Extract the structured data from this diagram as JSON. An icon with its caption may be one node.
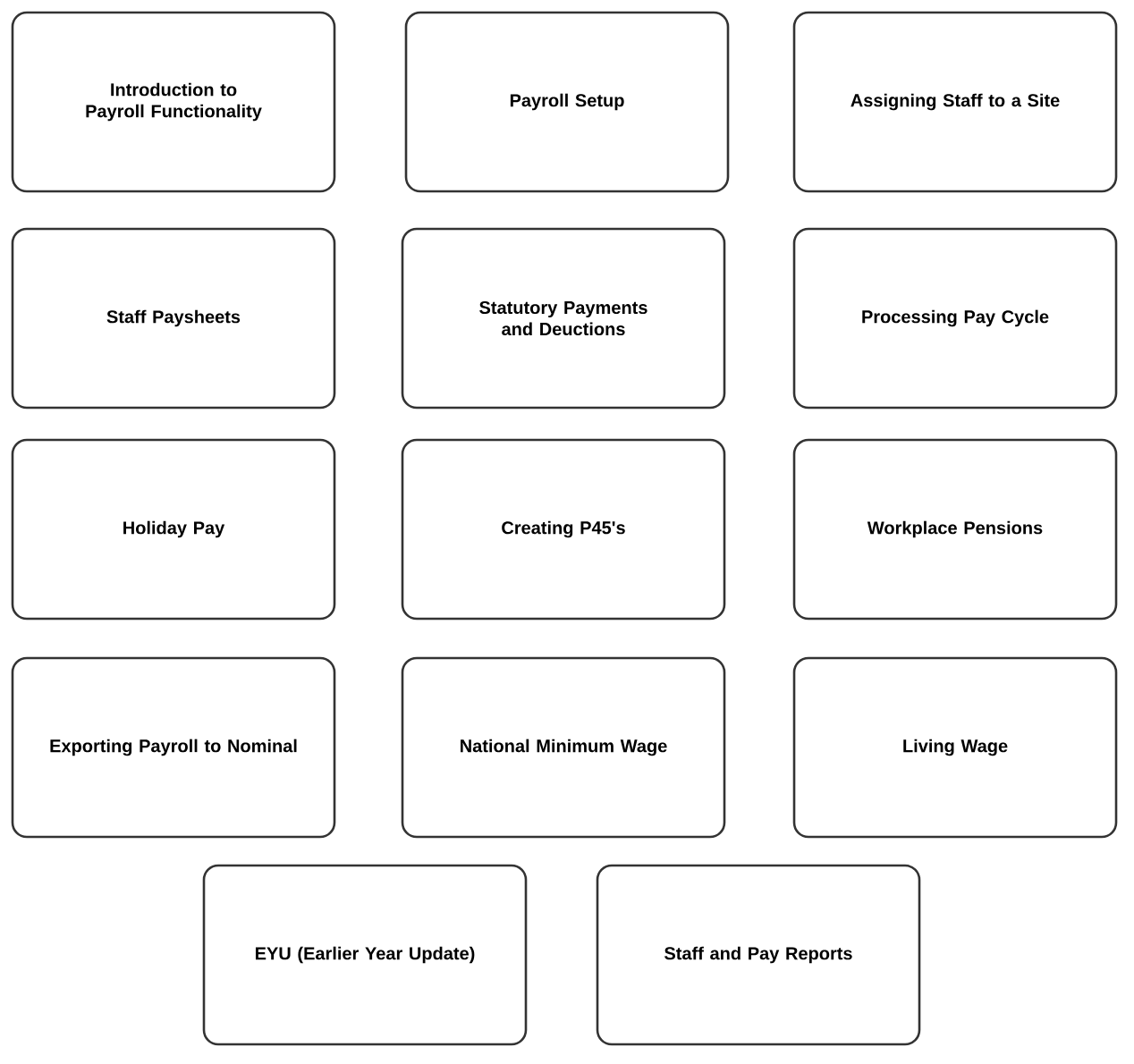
{
  "diagram": {
    "nodes": [
      {
        "text": [
          "Introduction to Payroll Functionality"
        ]
      },
      {
        "text": [
          "Payroll Setup"
        ]
      },
      {
        "text": [
          "Assigning Staff to a Site"
        ]
      },
      {
        "text": [
          "Staff Paysheets"
        ]
      },
      {
        "text": [
          "Statutory Payments and Deuctions"
        ]
      },
      {
        "text": [
          "Processing Pay Cycle"
        ]
      },
      {
        "text": [
          "Holiday Pay"
        ]
      },
      {
        "text": [
          "Creating P45's"
        ]
      },
      {
        "text": [
          "Workplace Pensions"
        ]
      },
      {
        "text": [
          "Exporting Payroll to Nominal"
        ]
      },
      {
        "text": [
          "National Minimum Wage"
        ]
      },
      {
        "text": [
          "Living Wage"
        ]
      },
      {
        "text": [
          "EYU (Earlier Year Update)"
        ]
      },
      {
        "text": [
          "Staff and Pay Reports"
        ]
      }
    ]
  }
}
